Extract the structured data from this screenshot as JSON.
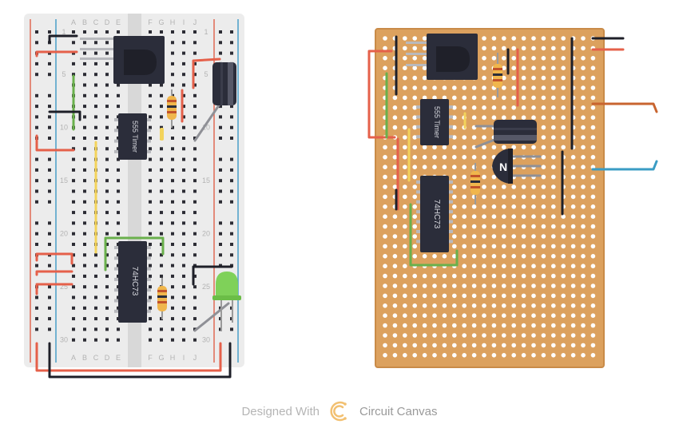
{
  "breadboard": {
    "column_labels_left": [
      "A",
      "B",
      "C",
      "D",
      "E"
    ],
    "column_labels_right": [
      "F",
      "G",
      "H",
      "I",
      "J"
    ],
    "row_numbers": [
      "1",
      "5",
      "10",
      "15",
      "20",
      "25",
      "30"
    ]
  },
  "components": {
    "timer_chip_label": "555 Timer",
    "counter_chip_label": "74HC73",
    "transistor_label": "N"
  },
  "footer": {
    "prefix": "Designed With",
    "brand": "Circuit Canvas"
  },
  "colors": {
    "breadboard_bg": "#ececec",
    "center_channel": "#d8d8d8",
    "hole": "#2c2c34",
    "rail_red": "#e06a55",
    "rail_blue": "#4a9ec8",
    "stripboard_bg": "#dca15e",
    "stripboard_border": "#c98b48",
    "chip_body": "#2b2d3a",
    "wire_red": "#e5604a",
    "wire_black": "#1e1f28",
    "wire_green": "#6ab04c",
    "wire_yellow": "#f3d35b",
    "wire_orange": "#c8642f",
    "wire_blue": "#3a9cc4",
    "led_green": "#7fd159",
    "footer_text": "#b5b5b5",
    "logo_orange": "#f2c071"
  },
  "icons": {
    "footer_logo": "circuit-canvas-logo-icon"
  }
}
